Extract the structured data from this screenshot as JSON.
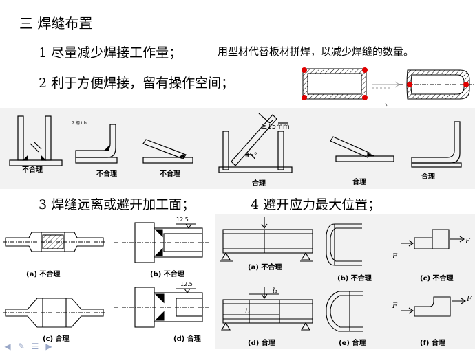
{
  "section_title": "三  焊缝布置",
  "items": [
    {
      "text": "1 尽量减少焊接工作量；"
    },
    {
      "text": "2 利于方便焊接，留有操作空间；"
    },
    {
      "text": "3 焊缝远离或避开加工面；"
    },
    {
      "text": "4  避开应力最大位置；"
    }
  ],
  "item1_note": "用型材代替板材拼焊，以减少焊缝的数量。",
  "row1_captions": [
    "不合理",
    "不合理",
    "不合理",
    "合理",
    "合理",
    "合理"
  ],
  "row1_small_mark": "7 钢 t b",
  "dim_15mm": "≥15mm",
  "dim_45": "45°",
  "row2_captions": [
    "(a)  不合理",
    "(b)  不合理",
    "(c)  合理",
    "(d)  合理"
  ],
  "dim_125": "12.5",
  "row3_captions": [
    "(a) 不合理",
    "(b) 不合理",
    "(c) 不合理",
    "(d) 合理",
    "(e) 合理",
    "(f) 合理"
  ],
  "force_label": "F",
  "dim_l1": "l₁",
  "dim_l2": "l₂",
  "colors": {
    "weld_red": "#e00000",
    "panel_gray": "#f2f2f2",
    "nav_icon": "#9aa8c8"
  },
  "nav_icons": [
    "prev-icon",
    "pen-icon",
    "menu-icon",
    "next-icon"
  ]
}
